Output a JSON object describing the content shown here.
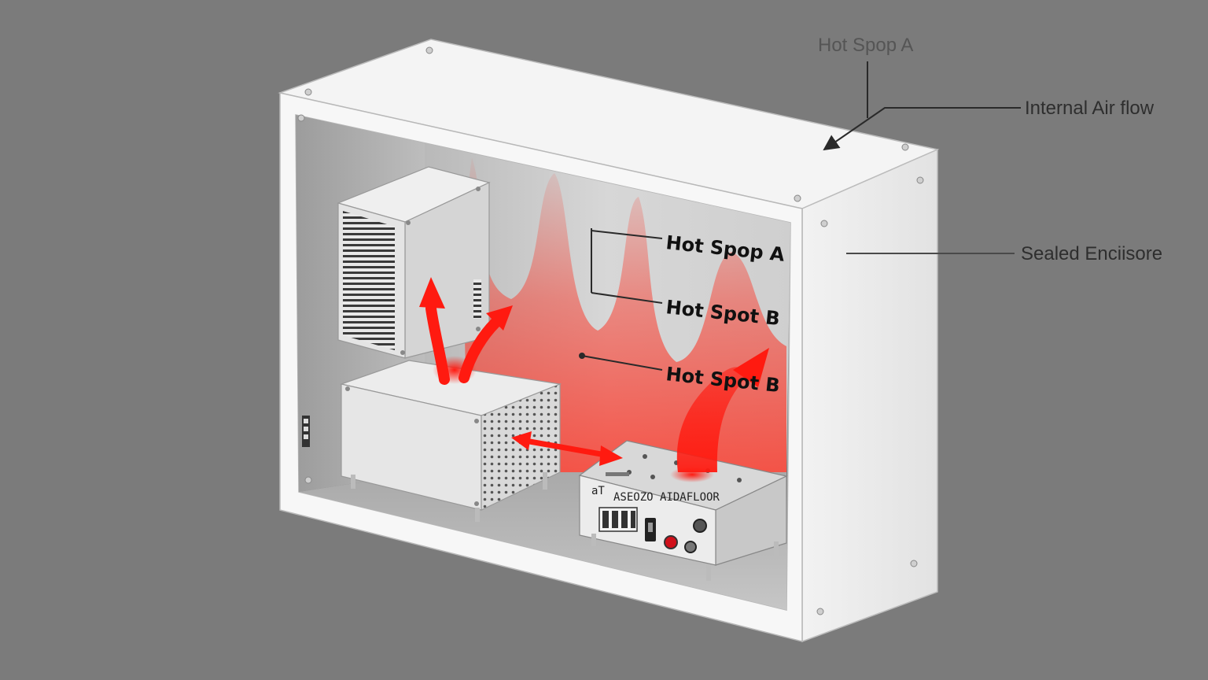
{
  "labels": {
    "top_hot_spot": "Hot Spop A",
    "internal_air_flow": "Internal Air flow",
    "sealed_enclosure": "Sealed Enciisore",
    "hot_spot_a_inner": "Hot Spop A",
    "hot_spot_b_inner": "Hot Spot B",
    "hot_spot_b_lower": "Hot Spot B"
  },
  "panel": {
    "label_left": "aT",
    "label_right": "ASEOZO AIDAFLOOR"
  },
  "colors": {
    "background": "#7b7b7b",
    "enclosure": "#eeeeee",
    "heat": "#ff2a1a",
    "arrow": "#ff1a10",
    "leader": "#2a2a2a"
  },
  "icons": {
    "airflow": "red-arrow-icon",
    "fastener": "screw-icon",
    "button": "red-push-button-icon",
    "knob": "knob-icon"
  }
}
